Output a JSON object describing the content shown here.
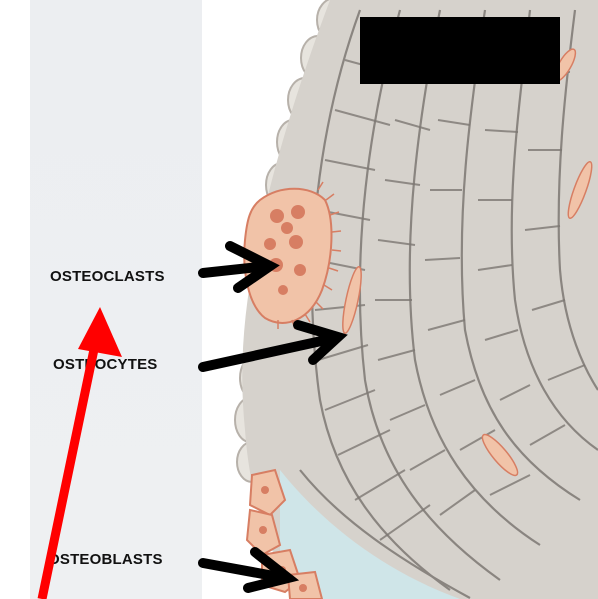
{
  "labels": {
    "osteoclasts": "OSTEOCLASTS",
    "osteocytes": "OSTEOCYTES",
    "osteoblasts": "OSTEOBLASTS"
  },
  "colors": {
    "bone": "#d6d2cc",
    "bone_line": "#7d7873",
    "cell_pink": "#f1c3a8",
    "cell_dark": "#d77e63",
    "periosteum": "#cfe5e8",
    "annotation_red": "#ff0000",
    "arrow_black": "#000000"
  }
}
